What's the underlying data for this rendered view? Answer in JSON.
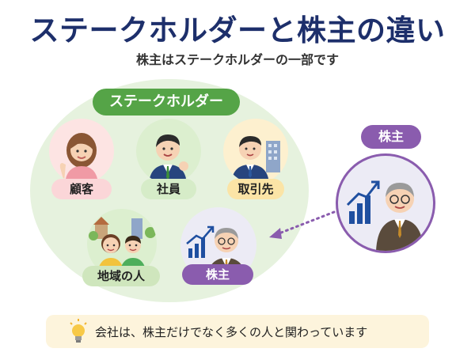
{
  "header": {
    "title": "ステークホルダーと株主の違い",
    "subtitle": "株主はステークホルダーの一部です"
  },
  "stakeholders": {
    "title": "ステークホルダー",
    "items": [
      {
        "label": "顧客"
      },
      {
        "label": "社員"
      },
      {
        "label": "取引先"
      },
      {
        "label": "地域の人"
      },
      {
        "label": "株主"
      }
    ]
  },
  "shareholder": {
    "label": "株主"
  },
  "tip": {
    "text": "会社は、株主だけでなく多くの人と関わっています"
  },
  "colors": {
    "title": "#1d2f6b",
    "ellipse": "#e6f2de",
    "green": "#55a447",
    "purple": "#8a5cae",
    "tip_bg": "#fdf4dc"
  }
}
